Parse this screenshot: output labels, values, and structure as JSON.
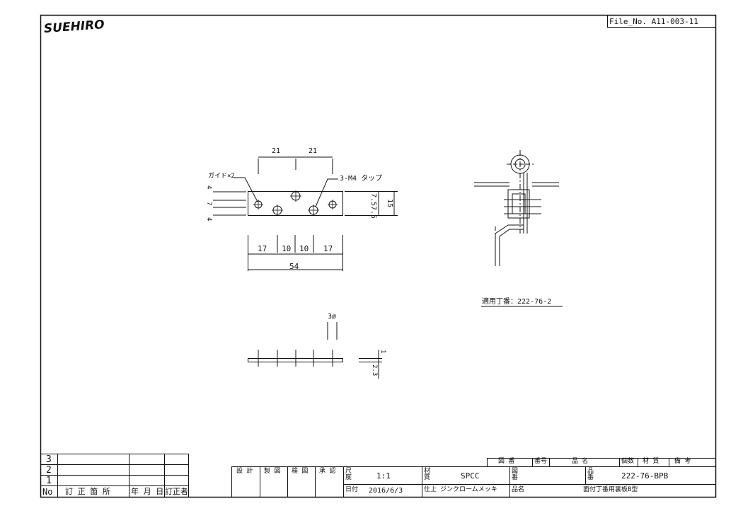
{
  "header": {
    "logo_text": "SUEHIRO",
    "file_no": "File_No. A11-003-11"
  },
  "front_view": {
    "dims_top": [
      "21",
      "21"
    ],
    "dims_left": [
      "4",
      "7",
      "4"
    ],
    "dims_right": [
      "7.5",
      "7.5",
      "15"
    ],
    "dims_bottom": [
      "17",
      "10",
      "10",
      "17"
    ],
    "overall_width": "54",
    "note_guide": "ガイド×2",
    "note_tap": "3-M4 タップ"
  },
  "bottom_view": {
    "dim_hole": "3ø",
    "dim_thickness": "1",
    "dim_height": "2.3"
  },
  "side_view": {
    "applicable_hinge": "適用丁番：222-76-2"
  },
  "revision_table": {
    "rows": [
      "3",
      "2",
      "1"
    ],
    "headers": [
      "No",
      "訂 正 箇 所",
      "年 月 日",
      "訂正者"
    ]
  },
  "approval_table": {
    "headers": [
      "設 計",
      "製 図",
      "検 図",
      "承 認"
    ]
  },
  "title_block": {
    "parts_headers": [
      "図 番",
      "番号",
      "品 名",
      "個数",
      "材 質",
      "備 考"
    ],
    "scale_label": "尺度",
    "scale_value": "1:1",
    "date_label": "日付",
    "date_value": "2016/6/3",
    "material_label": "材質",
    "material_value": "SPCC",
    "finish_label": "仕上",
    "finish_value": "ジンクロームメッキ",
    "drawing_no_label": "図番",
    "drawing_no_value": "",
    "product_no_label": "品番",
    "product_no_value": "222-76-BPB",
    "product_name_label": "品名",
    "product_name_value": "面付丁番用裏板B型"
  }
}
